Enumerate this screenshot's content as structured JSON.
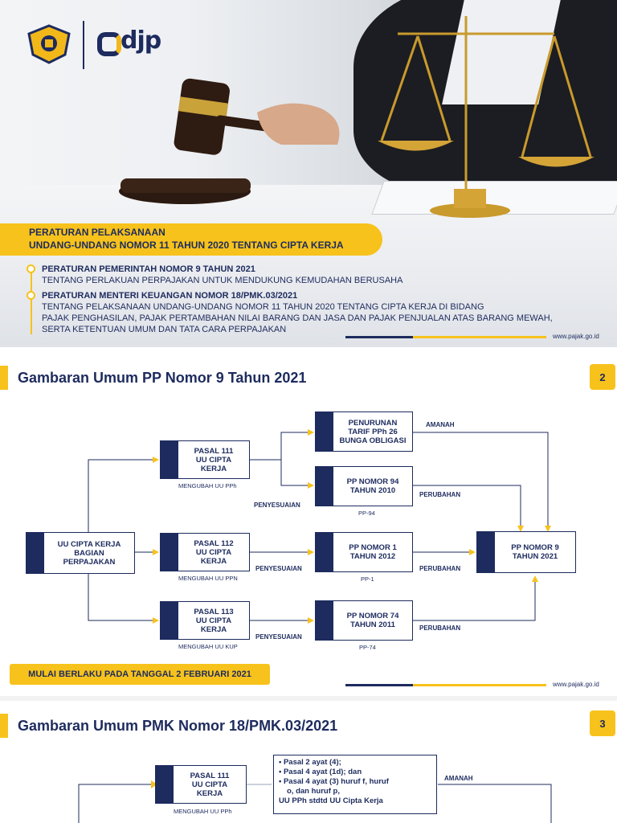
{
  "slide1": {
    "logo_text": "djp",
    "banner_line1": "PERATURAN PELAKSANAAN",
    "banner_line2": "UNDANG-UNDANG NOMOR 11 TAHUN 2020 TENTANG CIPTA KERJA",
    "regulations": [
      {
        "title": "PERATURAN PEMERINTAH NOMOR 9 TAHUN 2021",
        "desc": [
          "TENTANG  PERLAKUAN PERPAJAKAN UNTUK MENDUKUNG KEMUDAHAN BERUSAHA"
        ]
      },
      {
        "title": "PERATURAN MENTERI KEUANGAN NOMOR 18/PMK.03/2021",
        "desc": [
          "TENTANG PELAKSANAAN UNDANG-UNDANG NOMOR 11 TAHUN 2020 TENTANG CIPTA KERJA DI BIDANG",
          "PAJAK PENGHASILAN, PAJAK PERTAMBAHAN NILAI BARANG DAN JASA DAN PAJAK PENJUALAN ATAS BARANG MEWAH,",
          "SERTA KETENTUAN UMUM DAN TATA CARA PERPAJAKAN"
        ]
      }
    ],
    "url": "www.pajak.go.id"
  },
  "slide2": {
    "title": "Gambaran Umum PP Nomor 9 Tahun 2021",
    "number": "2",
    "boxes": {
      "uu": "UU CIPTA KERJA\nBAGIAN\nPERPAJAKAN",
      "pasal111": "PASAL 111\nUU CIPTA\nKERJA",
      "pasal112": "PASAL 112\nUU CIPTA\nKERJA",
      "pasal113": "PASAL 113\nUU CIPTA\nKERJA",
      "penurunan": "PENURUNAN\nTARIF PPh 26\nBUNGA OBLIGASI",
      "pp94": "PP NOMOR 94\nTAHUN 2010",
      "pp1": "PP NOMOR 1\nTAHUN 2012",
      "pp74": "PP NOMOR 74\nTAHUN 2011",
      "pp9": "PP NOMOR 9\nTAHUN 2021"
    },
    "captions": {
      "mengubah_pph": "MENGUBAH UU PPh",
      "mengubah_ppn": "MENGUBAH UU PPN",
      "mengubah_kup": "MENGUBAH UU KUP",
      "pp94": "PP-94",
      "pp1": "PP-1",
      "pp74": "PP-74"
    },
    "labels": {
      "amanah": "AMANAH",
      "perubahan": "PERUBAHAN",
      "penyesuaian": "PENYESUAIAN"
    },
    "mulai": "MULAI BERLAKU PADA TANGGAL 2 FEBRUARI 2021",
    "url": "www.pajak.go.id"
  },
  "slide3": {
    "title": "Gambaran Umum PMK Nomor 18/PMK.03/2021",
    "number": "3",
    "pasal111": "PASAL 111\nUU CIPTA\nKERJA",
    "caption": "MENGUBAH UU PPh",
    "bullets": [
      "Pasal 2 ayat (4);",
      "Pasal 4 ayat (1d); dan",
      "Pasal 4 ayat (3) huruf f, huruf",
      "o, dan huruf p,"
    ],
    "bullet_tail": "UU PPh stdtd UU Cipta Kerja",
    "amanah": "AMANAH"
  },
  "colors": {
    "navy": "#1d2b5e",
    "yellow": "#f7c21b"
  }
}
